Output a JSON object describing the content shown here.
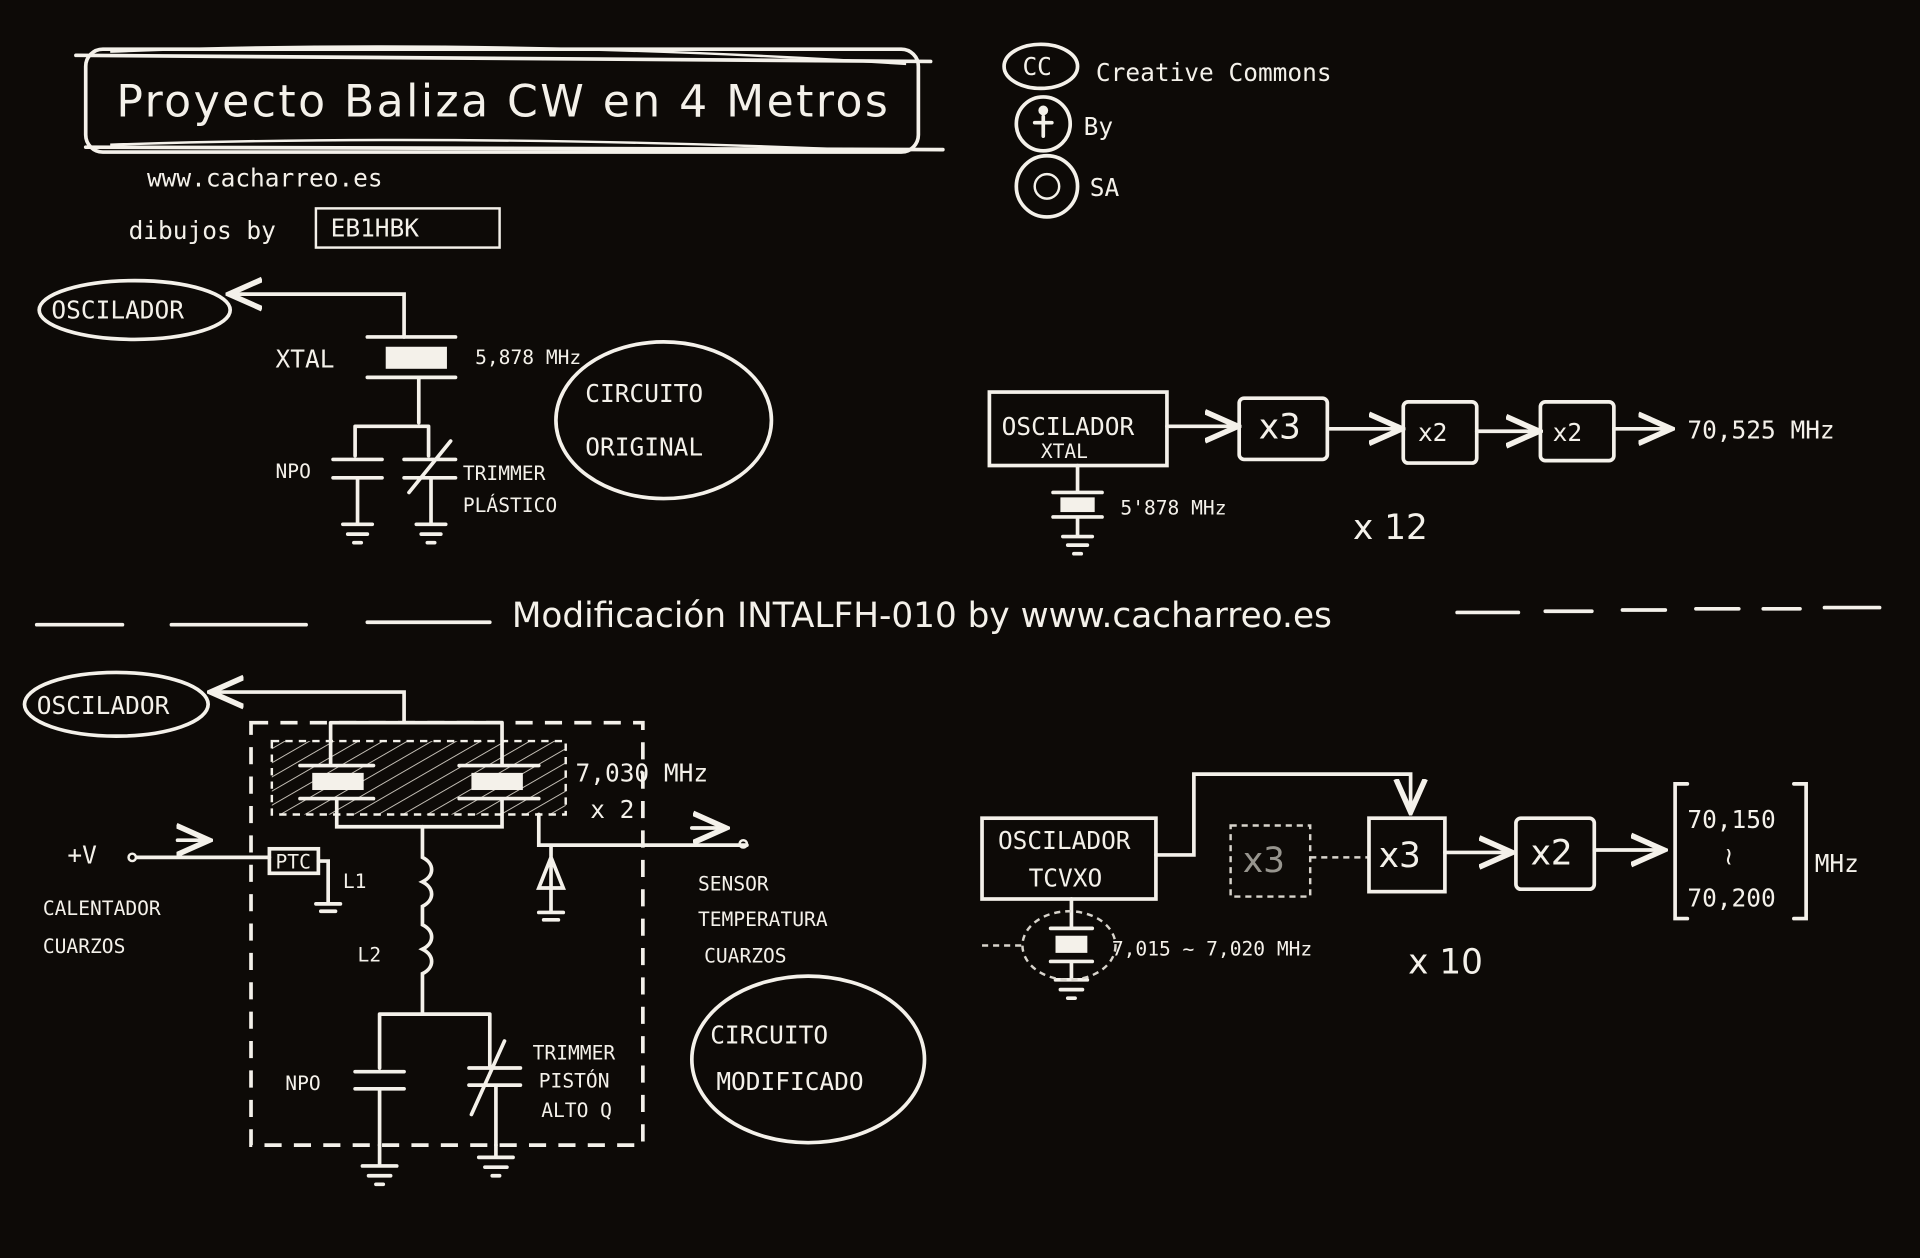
{
  "title": "Proyecto Baliza CW en 4 Metros",
  "website": "www.cacharreo.es",
  "credit_prefix": "dibujos by",
  "credit_callsign": "EB1HBK",
  "license": {
    "cc": "CC",
    "name": "Creative Commons",
    "by": "By",
    "sa": "SA"
  },
  "original": {
    "oscillator_label": "OSCILADOR",
    "xtal_label": "XTAL",
    "xtal_freq": "5,878 MHz",
    "npo_label": "NPO",
    "trimmer_label_1": "TRIMMER",
    "trimmer_label_2": "PLÁSTICO",
    "circuit_label_1": "CIRCUITO",
    "circuit_label_2": "ORIGINAL",
    "chain": {
      "osc_line1": "OSCILADOR",
      "osc_line2": "XTAL",
      "xtal_freq": "5'878 MHz",
      "mult1": "x3",
      "mult2": "x2",
      "mult3": "x2",
      "output": "70,525 MHz",
      "total": "x 12"
    }
  },
  "divider_text": "Modificación INTALFH-010 by www.cacharreo.es",
  "modified": {
    "oscillator_label": "OSCILADOR",
    "xtal_freq": "7,030 MHz",
    "xtal_mult": "x 2",
    "supply_label": "+V",
    "ptc_label": "PTC",
    "heater_label_1": "CALENTADOR",
    "heater_label_2": "CUARZOS",
    "l1_label": "L1",
    "l2_label": "L2",
    "sensor_label_1": "SENSOR",
    "sensor_label_2": "TEMPERATURA",
    "sensor_label_3": "CUARZOS",
    "npo_label": "NPO",
    "trimmer_label_1": "TRIMMER",
    "trimmer_label_2": "PISTÓN",
    "trimmer_label_3": "ALTO Q",
    "circuit_label_1": "CIRCUITO",
    "circuit_label_2": "MODIFICADO",
    "chain": {
      "osc_line1": "OSCILADOR",
      "osc_line2": "TCVXO",
      "xtal_freq": "7,015 ~ 7,020 MHz",
      "bypassed_mult": "x3",
      "mult1": "x3",
      "mult2": "x2",
      "out_low": "70,150",
      "out_sep": "≀",
      "out_high": "70,200",
      "out_unit": "MHz",
      "total": "x 10"
    }
  }
}
